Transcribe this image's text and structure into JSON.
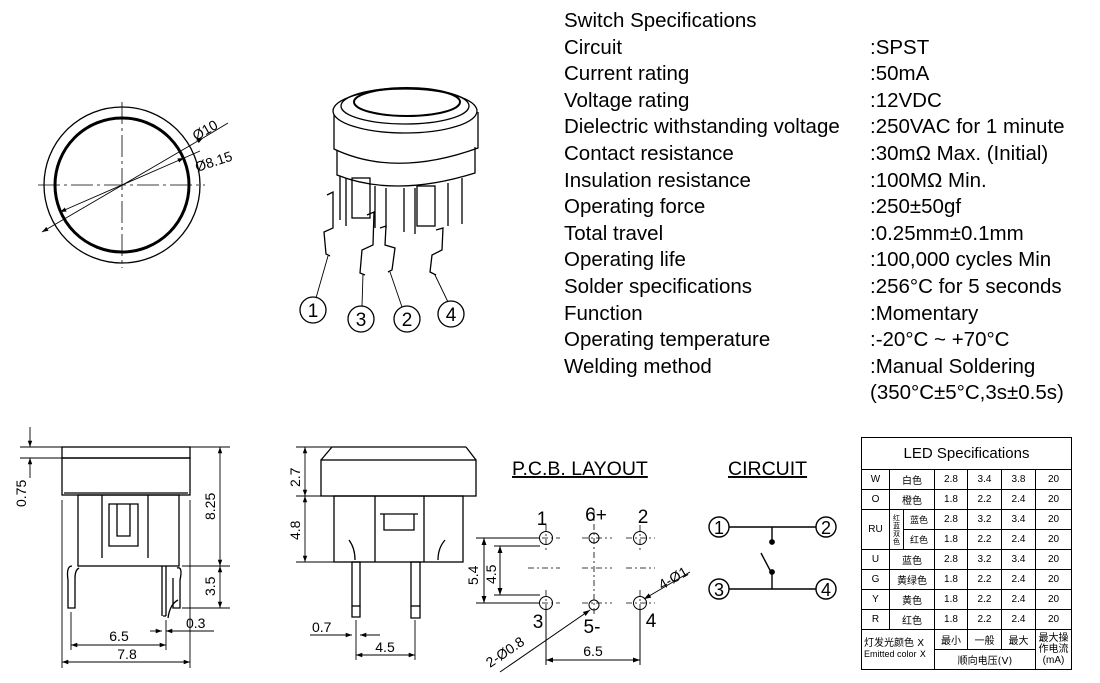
{
  "dims": {
    "top_outer_dia": "Ø10",
    "top_inner_dia": "Ø8.15",
    "side_cap_h": "0.75",
    "side_total_h": "8.25",
    "side_pin_len": "3.5",
    "side_pin_w": "0.3",
    "side_pitch": "6.5",
    "side_body_w": "7.8",
    "front_cap_h": "2.7",
    "front_body_h": "4.8",
    "front_pin_w": "0.7",
    "front_pitch": "4.5"
  },
  "pins": {
    "p1": "1",
    "p2": "2",
    "p3": "3",
    "p4": "4"
  },
  "pcb": {
    "title": "P.C.B. LAYOUT",
    "pad1": "1",
    "pad2": "2",
    "pad3": "3",
    "pad4": "4",
    "pad6": "6+",
    "pad5": "5-",
    "d54": "5.4",
    "d45": "4.5",
    "d65": "6.5",
    "hole4": "4-Ø1",
    "hole2": "2-Ø0.8"
  },
  "circuit": {
    "title": "CIRCUIT",
    "n1": "1",
    "n2": "2",
    "n3": "3",
    "n4": "4"
  },
  "specs": {
    "title": "Switch Specifications",
    "rows": [
      {
        "label": "Circuit",
        "value": ":SPST"
      },
      {
        "label": "Current rating",
        "value": ":50mA"
      },
      {
        "label": "Voltage rating",
        "value": ":12VDC"
      },
      {
        "label": "Dielectric withstanding voltage",
        "value": ":250VAC for 1 minute"
      },
      {
        "label": "Contact resistance",
        "value": ":30mΩ  Max. (Initial)"
      },
      {
        "label": "Insulation resistance",
        "value": ":100MΩ  Min."
      },
      {
        "label": "Operating force",
        "value": ":250±50gf"
      },
      {
        "label": "Total travel",
        "value": ":0.25mm±0.1mm"
      },
      {
        "label": "Operating life",
        "value": ":100,000 cycles Min"
      },
      {
        "label": "Solder specifications",
        "value": ":256°C for 5 seconds"
      },
      {
        "label": "Function",
        "value": ":Momentary"
      },
      {
        "label": "Operating temperature",
        "value": ":-20°C ~ +70°C"
      },
      {
        "label": "Welding method",
        "value": ":Manual Soldering"
      },
      {
        "label": "",
        "value": "(350°C±5°C,3s±0.5s)"
      }
    ]
  },
  "led": {
    "title": "LED Specifications",
    "rows": [
      {
        "code": "W",
        "color": "白色",
        "min": "2.8",
        "typ": "3.4",
        "max": "3.8",
        "ma": "20"
      },
      {
        "code": "O",
        "color": "橙色",
        "min": "1.8",
        "typ": "2.2",
        "max": "2.4",
        "ma": "20"
      },
      {
        "code": "RU",
        "group": "红蓝双色",
        "color": "蓝色",
        "min": "2.8",
        "typ": "3.2",
        "max": "3.4",
        "ma": "20",
        "color2": "红色",
        "min2": "1.8",
        "typ2": "2.2",
        "max2": "2.4",
        "ma2": "20"
      },
      {
        "code": "U",
        "color": "蓝色",
        "min": "2.8",
        "typ": "3.2",
        "max": "3.4",
        "ma": "20"
      },
      {
        "code": "G",
        "color": "黄绿色",
        "min": "1.8",
        "typ": "2.2",
        "max": "2.4",
        "ma": "20"
      },
      {
        "code": "Y",
        "color": "黄色",
        "min": "1.8",
        "typ": "2.2",
        "max": "2.4",
        "ma": "20"
      },
      {
        "code": "R",
        "color": "红色",
        "min": "1.8",
        "typ": "2.2",
        "max": "2.4",
        "ma": "20"
      }
    ],
    "foot": {
      "color_cn": "灯发光颜色",
      "x1": "X",
      "color_en": "Emitted color",
      "x2": "X",
      "min": "最小",
      "typ": "一般",
      "max": "最大",
      "vf": "顺向电压(V)",
      "imax1": "最大操",
      "imax2": "作电流",
      "imax3": "(mA)"
    }
  }
}
